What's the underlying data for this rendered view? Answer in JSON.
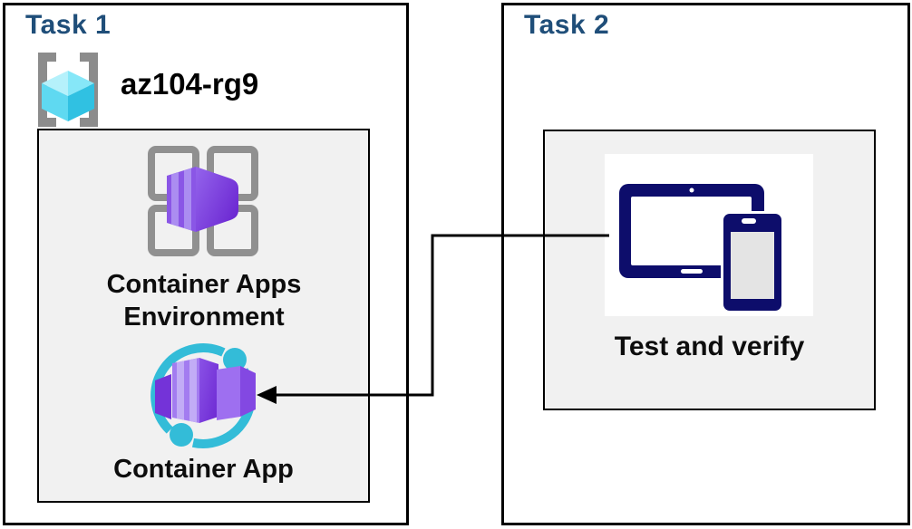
{
  "diagram": {
    "task1": {
      "title": "Task 1",
      "resource_group": {
        "name": "az104-rg9",
        "icon": "resource-group-icon"
      },
      "environment_label": "Container Apps Environment",
      "app_label": "Container App"
    },
    "task2": {
      "title": "Task 2",
      "test_label": "Test and verify",
      "icon": "tablet-and-phone-icon"
    },
    "connector": {
      "from": "Test and verify",
      "to": "Container App",
      "style": "elbow",
      "arrowhead": "solid-left"
    },
    "colors": {
      "title_blue": "#1f4e79",
      "box_border": "#000000",
      "panel_gray": "#f1f1f1",
      "device_navy": "#0d0d6b",
      "cyan_accent": "#33bcd8",
      "cube_cyan_light": "#b5f1fb",
      "cube_cyan_dark": "#30c1e2",
      "bracket_gray": "#8c8c8c",
      "grid_gray": "#909090",
      "purple_face": "#a37cf0",
      "purple_dark": "#6e2ad2"
    }
  }
}
